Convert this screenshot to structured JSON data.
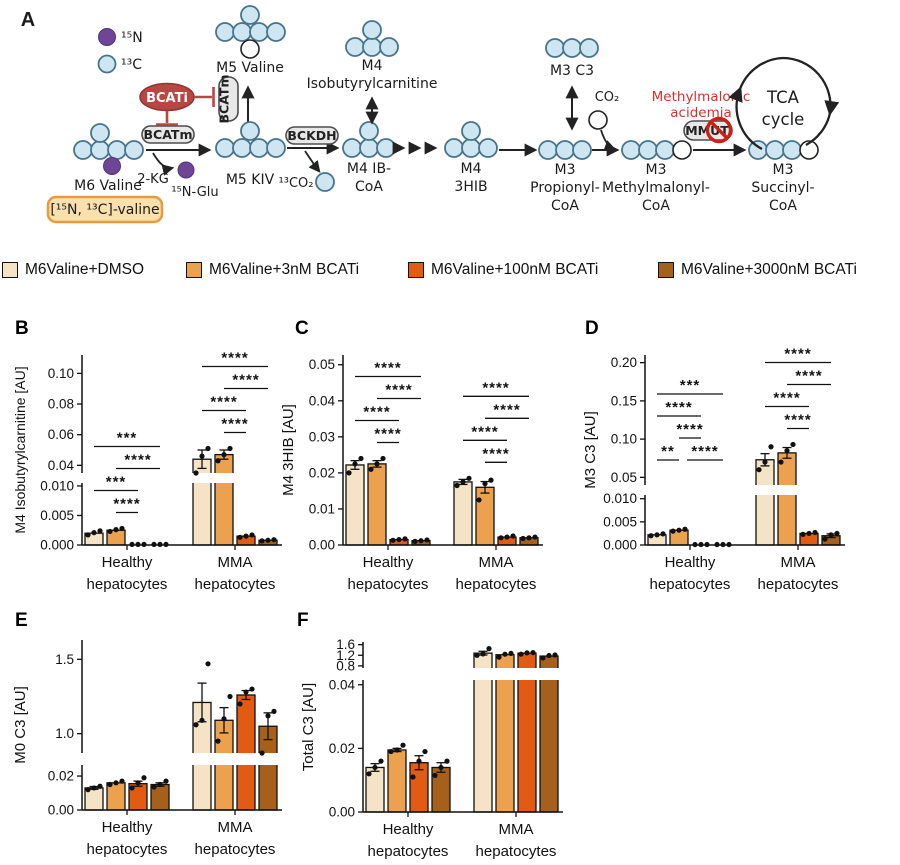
{
  "colors": {
    "series": [
      "#F5E3C6",
      "#ECA14E",
      "#E25B13",
      "#A5611B"
    ],
    "circle_13c_fill": "#CEE5F2",
    "circle_13c_stroke": "#47748A",
    "circle_15n_fill": "#6F4596",
    "bcati_oval": "#B84743",
    "inhibit_red": "#B84743",
    "prohibit_red": "#CF2018",
    "mma_text_red": "#CE352C",
    "valine_box_fill": "#FAE0AC",
    "valine_box_stroke": "#E89A3D",
    "enzyme_fill": "#E8E8E8"
  },
  "diagram": {
    "panel_label": "A",
    "labels": {
      "n15": "¹⁵N",
      "c13": "¹³C",
      "m6_valine": "M6 Valine",
      "valine_box": "[¹⁵N, ¹³C]-valine",
      "bcatm": "BCATm",
      "bcatm_vertical": "BCATm",
      "bcati": "BCATi",
      "two_kg": "2-KG",
      "n15_glu": "¹⁵N-Glu",
      "m5_valine": "M5 Valine",
      "m5_kiv": "M5 KIV",
      "bckdh": "BCKDH",
      "co2_13": "¹³CO₂",
      "m4_ib": [
        "M4 IB-",
        "CoA"
      ],
      "m4_iso": [
        "M4",
        "Isobutyrylcarnitine"
      ],
      "m4_3hib": [
        "M4",
        "3HIB"
      ],
      "m3_c3": "M3 C3",
      "co2": "CO₂",
      "propionyl": [
        "M3",
        "Propionyl-",
        "CoA"
      ],
      "methylmalonyl": [
        "M3",
        "Methylmalonyl-",
        "CoA"
      ],
      "mma_disease": [
        "Methylmalonic",
        "acidemia"
      ],
      "mmut": "MMUT",
      "succinyl": [
        "M3",
        "Succinyl-",
        "CoA"
      ],
      "tca": [
        "TCA",
        "cycle"
      ]
    }
  },
  "legend": {
    "items": [
      {
        "label": "M6Valine+DMSO",
        "color": "#F5E3C6"
      },
      {
        "label": "M6Valine+3nM BCATi",
        "color": "#ECA14E"
      },
      {
        "label": "M6Valine+100nM BCATi",
        "color": "#E25B13"
      },
      {
        "label": "M6Valine+3000nM BCATi",
        "color": "#A5611B"
      }
    ]
  },
  "chart_data": [
    {
      "panel": "B",
      "type": "bar",
      "ylabel": "M4 Isobutyrylcarnitine [AU]",
      "legend_position": "top-shared",
      "grid": false,
      "segments": [
        {
          "range": [
            0,
            0.0105
          ],
          "ticks": [
            [
              0,
              "0.000"
            ],
            [
              0.005,
              "0.005"
            ],
            [
              0.01,
              "0.010"
            ]
          ]
        },
        {
          "range": [
            0.035,
            0.112
          ],
          "ticks": [
            [
              0.04,
              "0.04"
            ],
            [
              0.06,
              "0.06"
            ],
            [
              0.08,
              "0.08"
            ],
            [
              0.1,
              "0.10"
            ]
          ]
        }
      ],
      "groups": [
        {
          "label": [
            "Healthy",
            "hepatocytes"
          ],
          "bars": [
            {
              "mean": 0.002,
              "sem": 0.0002,
              "points": [
                0.0017,
                0.0021,
                0.0024
              ]
            },
            {
              "mean": 0.0025,
              "sem": 0.0002,
              "points": [
                0.0023,
                0.0026,
                0.0028
              ]
            },
            {
              "mean": 0.0001,
              "sem": 5e-05,
              "points": [
                0.0001,
                0.0001,
                0.0001
              ]
            },
            {
              "mean": 0.0001,
              "sem": 4e-05,
              "points": [
                0.0001,
                0.0001,
                0.0001
              ]
            }
          ],
          "sig": [
            {
              "pair": [
                1,
                2
              ],
              "stars": "****",
              "row": 0
            },
            {
              "pair": [
                0,
                2
              ],
              "stars": "***",
              "row": 1
            },
            {
              "pair": [
                1,
                3
              ],
              "stars": "****",
              "row": 2
            },
            {
              "pair": [
                0,
                3
              ],
              "stars": "***",
              "row": 3
            }
          ]
        },
        {
          "label": [
            "MMA",
            "hepatocytes"
          ],
          "bars": [
            {
              "mean": 0.044,
              "sem": 0.006,
              "points": [
                0.03,
                0.046,
                0.051
              ]
            },
            {
              "mean": 0.047,
              "sem": 0.003,
              "points": [
                0.043,
                0.047,
                0.051
              ]
            },
            {
              "mean": 0.0015,
              "sem": 0.0002,
              "points": [
                0.0013,
                0.0015,
                0.0017
              ]
            },
            {
              "mean": 0.0008,
              "sem": 0.0001,
              "points": [
                0.0007,
                0.0008,
                0.0009
              ]
            }
          ],
          "sig": [
            {
              "pair": [
                1,
                2
              ],
              "stars": "****",
              "row": 0
            },
            {
              "pair": [
                0,
                2
              ],
              "stars": "****",
              "row": 1
            },
            {
              "pair": [
                1,
                3
              ],
              "stars": "****",
              "row": 2
            },
            {
              "pair": [
                0,
                3
              ],
              "stars": "****",
              "row": 3
            }
          ]
        }
      ]
    },
    {
      "panel": "C",
      "type": "bar",
      "ylabel": "M4 3HIB [AU]",
      "grid": false,
      "segments": [
        {
          "range": [
            0,
            0.0527
          ],
          "ticks": [
            [
              0,
              "0.00"
            ],
            [
              0.01,
              "0.01"
            ],
            [
              0.02,
              "0.02"
            ],
            [
              0.03,
              "0.03"
            ],
            [
              0.04,
              "0.04"
            ],
            [
              0.05,
              "0.05"
            ]
          ]
        }
      ],
      "groups": [
        {
          "label": [
            "Healthy",
            "hepatocytes"
          ],
          "bars": [
            {
              "mean": 0.0222,
              "sem": 0.0012,
              "points": [
                0.02,
                0.0225,
                0.024
              ]
            },
            {
              "mean": 0.0225,
              "sem": 0.0009,
              "points": [
                0.021,
                0.0225,
                0.024
              ]
            },
            {
              "mean": 0.0015,
              "sem": 0.0002,
              "points": [
                0.0013,
                0.0015,
                0.0017
              ]
            },
            {
              "mean": 0.0012,
              "sem": 0.0002,
              "points": [
                0.001,
                0.0012,
                0.0014
              ]
            }
          ],
          "sig": [
            {
              "pair": [
                1,
                2
              ],
              "stars": "****",
              "row": 0
            },
            {
              "pair": [
                0,
                2
              ],
              "stars": "****",
              "row": 1
            },
            {
              "pair": [
                1,
                3
              ],
              "stars": "****",
              "row": 2
            },
            {
              "pair": [
                0,
                3
              ],
              "stars": "****",
              "row": 3
            }
          ]
        },
        {
          "label": [
            "MMA",
            "hepatocytes"
          ],
          "bars": [
            {
              "mean": 0.0175,
              "sem": 0.0007,
              "points": [
                0.0165,
                0.0175,
                0.0185
              ]
            },
            {
              "mean": 0.016,
              "sem": 0.0016,
              "points": [
                0.0125,
                0.017,
                0.018
              ]
            },
            {
              "mean": 0.0022,
              "sem": 0.0003,
              "points": [
                0.002,
                0.0022,
                0.0025
              ]
            },
            {
              "mean": 0.002,
              "sem": 0.0002,
              "points": [
                0.0018,
                0.002,
                0.0022
              ]
            }
          ],
          "sig": [
            {
              "pair": [
                1,
                2
              ],
              "stars": "****",
              "row": 0
            },
            {
              "pair": [
                0,
                2
              ],
              "stars": "****",
              "row": 1
            },
            {
              "pair": [
                1,
                3
              ],
              "stars": "****",
              "row": 2
            },
            {
              "pair": [
                0,
                3
              ],
              "stars": "****",
              "row": 3
            }
          ]
        }
      ]
    },
    {
      "panel": "D",
      "type": "bar",
      "ylabel": "M3 C3  [AU]",
      "grid": false,
      "segments": [
        {
          "range": [
            0,
            0.0108
          ],
          "ticks": [
            [
              0,
              "0.000"
            ],
            [
              0.005,
              "0.005"
            ],
            [
              0.01,
              "0.010"
            ]
          ]
        },
        {
          "range": [
            0.04,
            0.21
          ],
          "ticks": [
            [
              0.05,
              "0.05"
            ],
            [
              0.1,
              "0.10"
            ],
            [
              0.15,
              "0.15"
            ],
            [
              0.2,
              "0.20"
            ]
          ]
        }
      ],
      "groups": [
        {
          "label": [
            "Healthy",
            "hepatocytes"
          ],
          "bars": [
            {
              "mean": 0.0022,
              "sem": 0.0002,
              "points": [
                0.002,
                0.0022,
                0.0024
              ]
            },
            {
              "mean": 0.0032,
              "sem": 0.0002,
              "points": [
                0.003,
                0.0032,
                0.0034
              ]
            },
            {
              "mean": 0.0001,
              "sem": 5e-05,
              "points": [
                0.0001,
                0.0001,
                0.0001
              ]
            },
            {
              "mean": 0.0001,
              "sem": 5e-05,
              "points": [
                0.0001,
                0.0001,
                0.0001
              ]
            }
          ],
          "sig": [
            {
              "pair": [
                0,
                1
              ],
              "stars": "**",
              "row": 0
            },
            {
              "pair": [
                1,
                3
              ],
              "stars": "****",
              "row": 0
            },
            {
              "pair": [
                1,
                2
              ],
              "stars": "****",
              "row": 1
            },
            {
              "pair": [
                0,
                2
              ],
              "stars": "****",
              "row": 2
            },
            {
              "pair": [
                0,
                3
              ],
              "stars": "***",
              "row": 3
            }
          ]
        },
        {
          "label": [
            "MMA",
            "hepatocytes"
          ],
          "bars": [
            {
              "mean": 0.073,
              "sem": 0.008,
              "points": [
                0.06,
                0.07,
                0.09
              ]
            },
            {
              "mean": 0.082,
              "sem": 0.007,
              "points": [
                0.07,
                0.085,
                0.093
              ]
            },
            {
              "mean": 0.0025,
              "sem": 0.0002,
              "points": [
                0.0023,
                0.0025,
                0.0027
              ]
            },
            {
              "mean": 0.002,
              "sem": 0.0004,
              "points": [
                0.0013,
                0.0022,
                0.0025
              ]
            }
          ],
          "sig": [
            {
              "pair": [
                1,
                2
              ],
              "stars": "****",
              "row": 0
            },
            {
              "pair": [
                0,
                2
              ],
              "stars": "****",
              "row": 1
            },
            {
              "pair": [
                1,
                3
              ],
              "stars": "****",
              "row": 2
            },
            {
              "pair": [
                0,
                3
              ],
              "stars": "****",
              "row": 3
            }
          ]
        }
      ]
    },
    {
      "panel": "E",
      "type": "bar",
      "ylabel": "M0 C3 [AU]",
      "grid": false,
      "segments": [
        {
          "range": [
            0,
            0.0265
          ],
          "ticks": [
            [
              0,
              "0.00"
            ],
            [
              0.02,
              "0.02"
            ]
          ]
        },
        {
          "range": [
            0.87,
            1.63
          ],
          "ticks": [
            [
              1.0,
              "1.0"
            ],
            [
              1.5,
              "1.5"
            ]
          ]
        }
      ],
      "groups": [
        {
          "label": [
            "Healthy",
            "hepatocytes"
          ],
          "bars": [
            {
              "mean": 0.013,
              "sem": 0.0008,
              "points": [
                0.012,
                0.013,
                0.014
              ]
            },
            {
              "mean": 0.016,
              "sem": 0.0006,
              "points": [
                0.015,
                0.016,
                0.017
              ]
            },
            {
              "mean": 0.0155,
              "sem": 0.0015,
              "points": [
                0.013,
                0.016,
                0.019
              ]
            },
            {
              "mean": 0.015,
              "sem": 0.001,
              "points": [
                0.0135,
                0.015,
                0.017
              ]
            }
          ],
          "sig": []
        },
        {
          "label": [
            "MMA",
            "hepatocytes"
          ],
          "bars": [
            {
              "mean": 1.21,
              "sem": 0.13,
              "points": [
                1.06,
                1.09,
                1.47
              ]
            },
            {
              "mean": 1.09,
              "sem": 0.085,
              "points": [
                0.95,
                1.1,
                1.25
              ]
            },
            {
              "mean": 1.26,
              "sem": 0.03,
              "points": [
                1.2,
                1.28,
                1.3
              ]
            },
            {
              "mean": 1.05,
              "sem": 0.09,
              "points": [
                0.85,
                1.12,
                1.15
              ]
            }
          ],
          "sig": []
        }
      ]
    },
    {
      "panel": "F",
      "type": "bar",
      "ylabel": "Total C3 [AU]",
      "grid": false,
      "segments": [
        {
          "range": [
            0,
            0.0415
          ],
          "ticks": [
            [
              0,
              "0.00"
            ],
            [
              0.02,
              "0.02"
            ],
            [
              0.04,
              "0.04"
            ]
          ]
        },
        {
          "range": [
            0.72,
            1.7
          ],
          "ticks": [
            [
              0.8,
              "0.8"
            ],
            [
              1.2,
              "1.2"
            ],
            [
              1.6,
              "1.6"
            ]
          ]
        }
      ],
      "groups": [
        {
          "label": [
            "Healthy",
            "hepatocytes"
          ],
          "bars": [
            {
              "mean": 0.014,
              "sem": 0.0012,
              "points": [
                0.012,
                0.014,
                0.016
              ]
            },
            {
              "mean": 0.0195,
              "sem": 0.0005,
              "points": [
                0.019,
                0.0195,
                0.021
              ]
            },
            {
              "mean": 0.0155,
              "sem": 0.0022,
              "points": [
                0.011,
                0.016,
                0.019
              ]
            },
            {
              "mean": 0.014,
              "sem": 0.0015,
              "points": [
                0.0115,
                0.014,
                0.016
              ]
            }
          ],
          "sig": []
        },
        {
          "label": [
            "MMA",
            "hepatocytes"
          ],
          "bars": [
            {
              "mean": 1.28,
              "sem": 0.07,
              "points": [
                1.2,
                1.25,
                1.45
              ]
            },
            {
              "mean": 1.22,
              "sem": 0.04,
              "points": [
                1.13,
                1.24,
                1.27
              ]
            },
            {
              "mean": 1.28,
              "sem": 0.02,
              "points": [
                1.24,
                1.29,
                1.3
              ]
            },
            {
              "mean": 1.17,
              "sem": 0.04,
              "points": [
                1.1,
                1.19,
                1.21
              ]
            }
          ],
          "sig": []
        }
      ]
    }
  ]
}
